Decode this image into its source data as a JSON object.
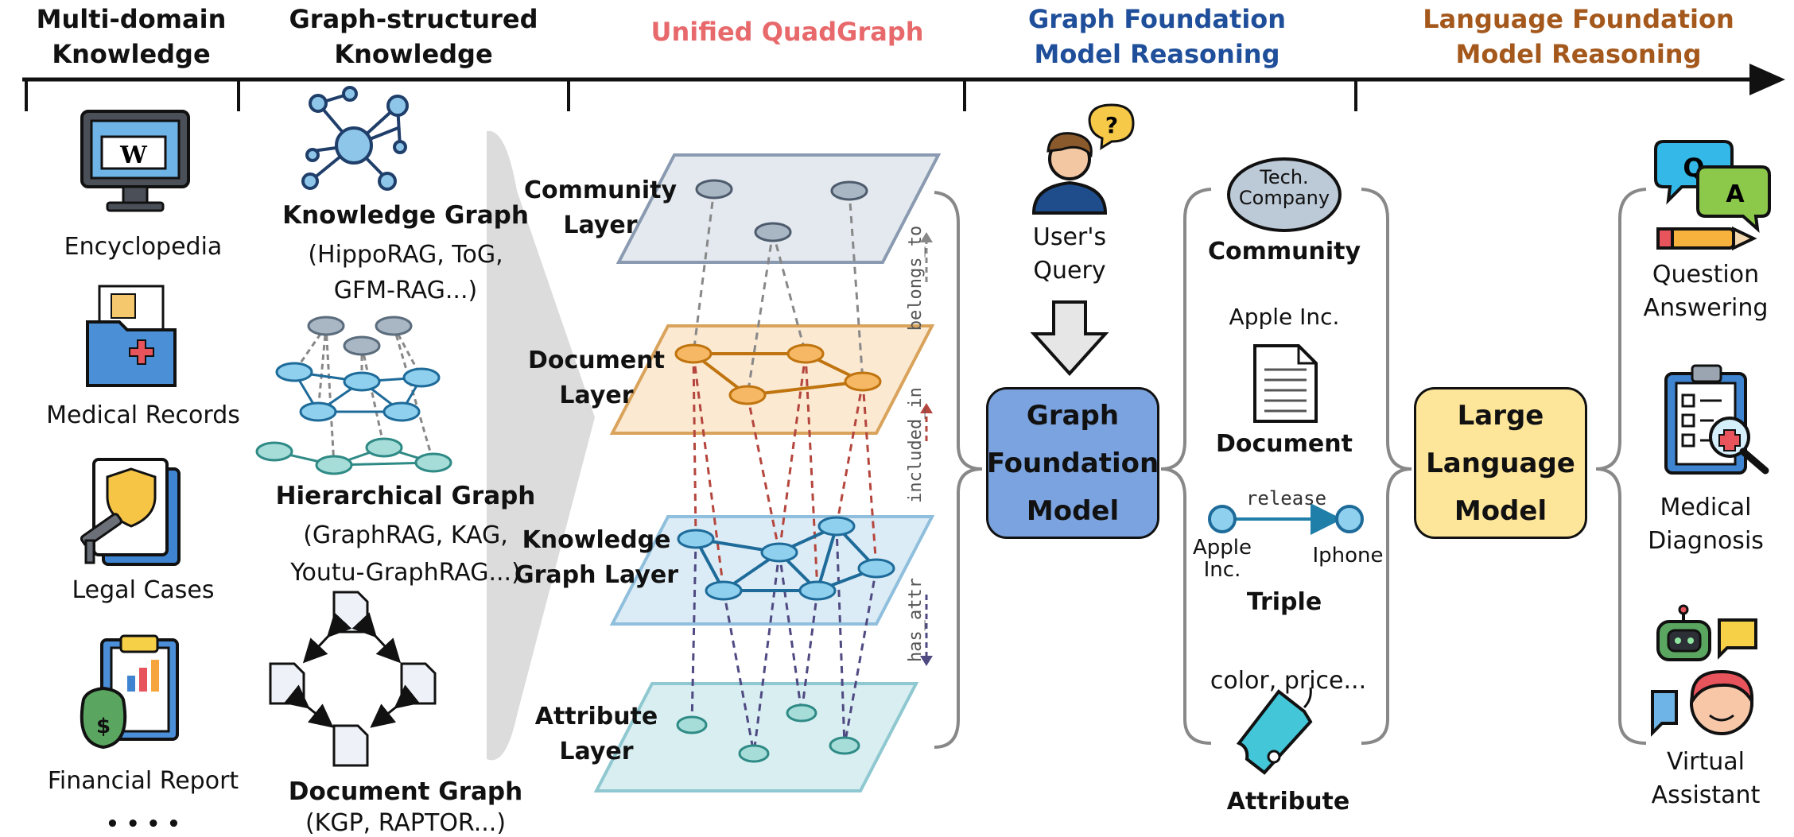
{
  "timeline": {
    "stages": [
      {
        "line1": "Multi-domain",
        "line2": "Knowledge",
        "color": "#111111"
      },
      {
        "line1": "Graph-structured",
        "line2": "Knowledge",
        "color": "#111111"
      },
      {
        "line1": "Unified QuadGraph",
        "line2": "",
        "color": "#e8696b"
      },
      {
        "line1": "Graph Foundation",
        "line2": "Model Reasoning",
        "color": "#1f4f9a"
      },
      {
        "line1": "Language Foundation",
        "line2": "Model Reasoning",
        "color": "#a4581c"
      }
    ]
  },
  "domains": {
    "items": [
      {
        "label": "Encyclopedia",
        "icon": "encyclopedia-monitor-icon"
      },
      {
        "label": "Medical Records",
        "icon": "medical-folder-icon"
      },
      {
        "label": "Legal Cases",
        "icon": "legal-shield-icon"
      },
      {
        "label": "Financial Report",
        "icon": "money-bag-report-icon"
      }
    ],
    "more": "• • • •"
  },
  "graphs": {
    "kg": {
      "title": "Knowledge Graph",
      "line2": "(HippoRAG, ToG,",
      "line3": "GFM-RAG...)"
    },
    "hg": {
      "title": "Hierarchical Graph",
      "line2": "(GraphRAG, KAG,",
      "line3": "Youtu-GraphRAG...)"
    },
    "dg": {
      "title": "Document Graph",
      "line2": "(KGP, RAPTOR...)"
    }
  },
  "quadgraph": {
    "layers": [
      {
        "line1": "Community",
        "line2": "Layer",
        "fill": "#e3e9ef"
      },
      {
        "line1": "Document",
        "line2": "Layer",
        "fill": "#fbe9d2"
      },
      {
        "line1": "Knowledge",
        "line2": "Graph Layer",
        "fill": "#dcecf6"
      },
      {
        "line1": "Attribute",
        "line2": "Layer",
        "fill": "#d8eef1"
      }
    ],
    "relations": [
      "belongs_to",
      "included_in",
      "has_attr"
    ]
  },
  "gfm": {
    "query_line1": "User's",
    "query_line2": "Query",
    "model_line1": "Graph",
    "model_line2": "Foundation",
    "model_line3": "Model",
    "model_color": "#7ba3df"
  },
  "elements": {
    "community_bubble_l1": "Tech.",
    "community_bubble_l2": "Company",
    "community": "Community",
    "doc_example": "Apple Inc.",
    "document": "Document",
    "triple_rel": "release",
    "triple_head_l1": "Apple",
    "triple_head_l2": "Inc.",
    "triple_tail": "Iphone",
    "triple": "Triple",
    "attr_example": "color, price...",
    "attribute": "Attribute"
  },
  "llm": {
    "line1": "Large",
    "line2": "Language",
    "line3": "Model",
    "color": "#fde59a"
  },
  "applications": [
    {
      "line1": "Question",
      "line2": "Answering",
      "icon": "qa-chat-icon"
    },
    {
      "line1": "Medical",
      "line2": "Diagnosis",
      "icon": "clipboard-diagnosis-icon"
    },
    {
      "line1": "Virtual",
      "line2": "Assistant",
      "icon": "robot-assistant-icon"
    }
  ]
}
